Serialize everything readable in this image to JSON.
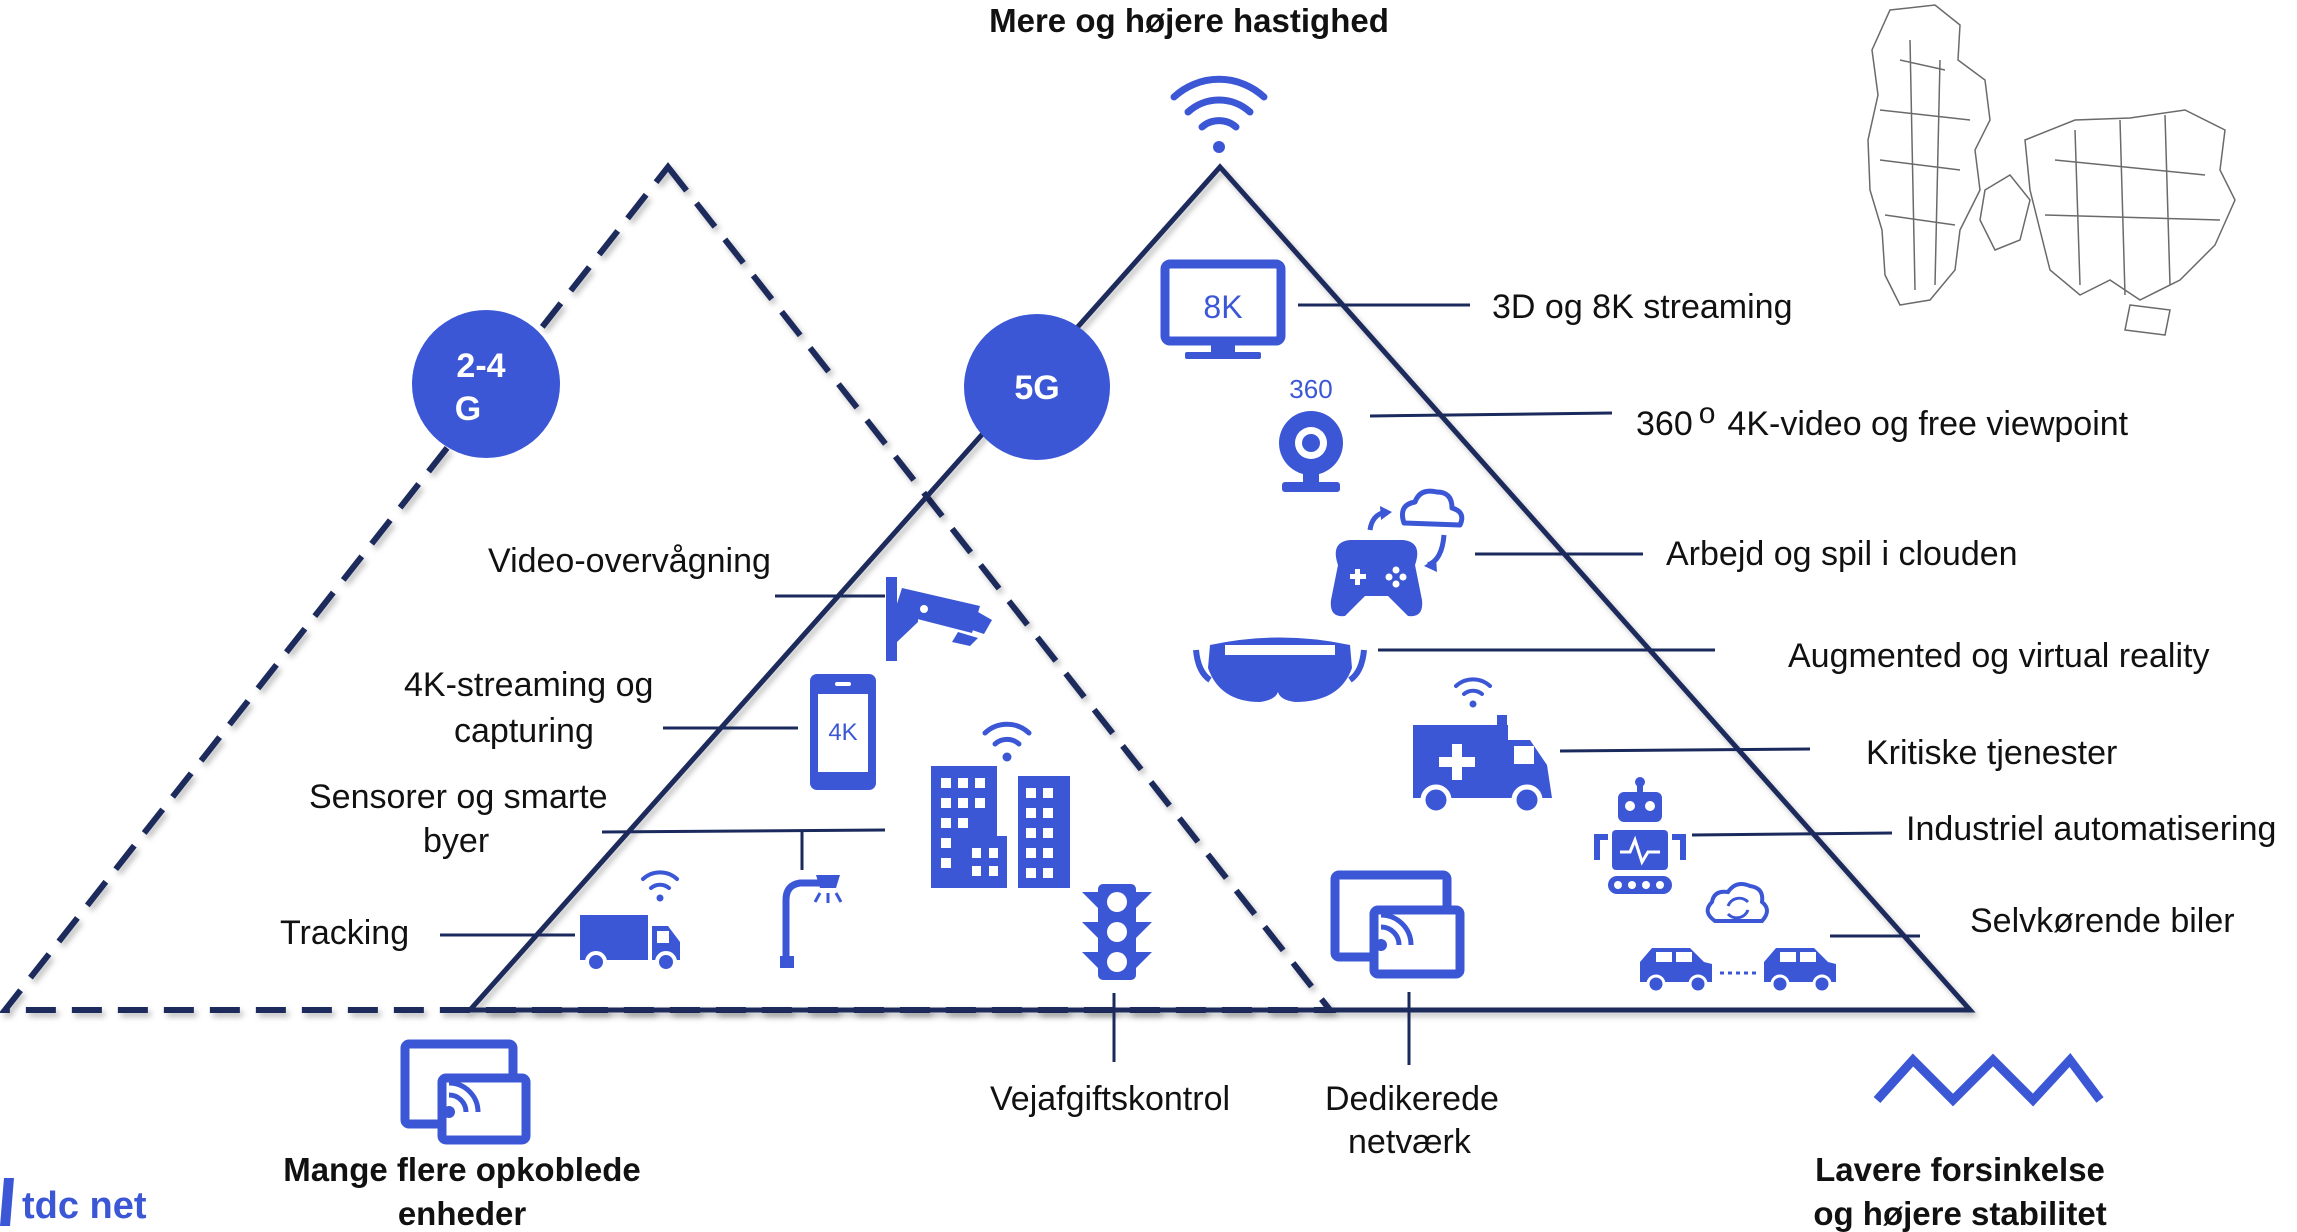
{
  "top_title": "Mere og højere hastighed",
  "circles": {
    "g24_line1": "2-4",
    "g24_line2": "G",
    "g5": "5G"
  },
  "right_labels": {
    "streaming_8k": "3D og 8K streaming",
    "video_360_prefix": "360",
    "video_360_rest": "4K-video og free viewpoint",
    "cloud": "Arbejd og spil i clouden",
    "ar_vr": "Augmented og virtual reality",
    "critical": "Kritiske tjenester",
    "industrial": "Industriel automatisering",
    "self_driving": "Selvkørende biler"
  },
  "left_labels": {
    "video_surveillance": "Video-overvågning",
    "streaming_4k_line1": "4K-streaming og",
    "streaming_4k_line2": "capturing",
    "sensors_line1": "Sensorer og smarte",
    "sensors_line2": "byer",
    "tracking": "Tracking"
  },
  "bottom_labels": {
    "toll_control": "Vejafgiftskontrol",
    "dedicated_line1": "Dedikerede",
    "dedicated_line2": "netværk",
    "devices_line1": "Mange flere opkoblede",
    "devices_line2": "enheder",
    "latency_line1": "Lavere forsinkelse",
    "latency_line2": "og højere stabilitet"
  },
  "icon_texts": {
    "monitor": "8K",
    "webcam": "360",
    "phone": "4K"
  },
  "brand": "tdc net",
  "icons": [
    "wifi-icon",
    "monitor-8k-icon",
    "webcam-360-icon",
    "cloud-gaming-icon",
    "vr-headset-icon",
    "ambulance-icon",
    "robot-icon",
    "autonomous-cars-icon",
    "security-camera-icon",
    "smartphone-4k-icon",
    "smart-city-icon",
    "street-lamp-icon",
    "delivery-truck-icon",
    "traffic-light-icon",
    "network-screen-icon",
    "zigzag-icon",
    "denmark-map-icon"
  ],
  "colors": {
    "accent": "#3b57d6",
    "triangle_stroke": "#1b2a5c",
    "text": "#111111"
  }
}
